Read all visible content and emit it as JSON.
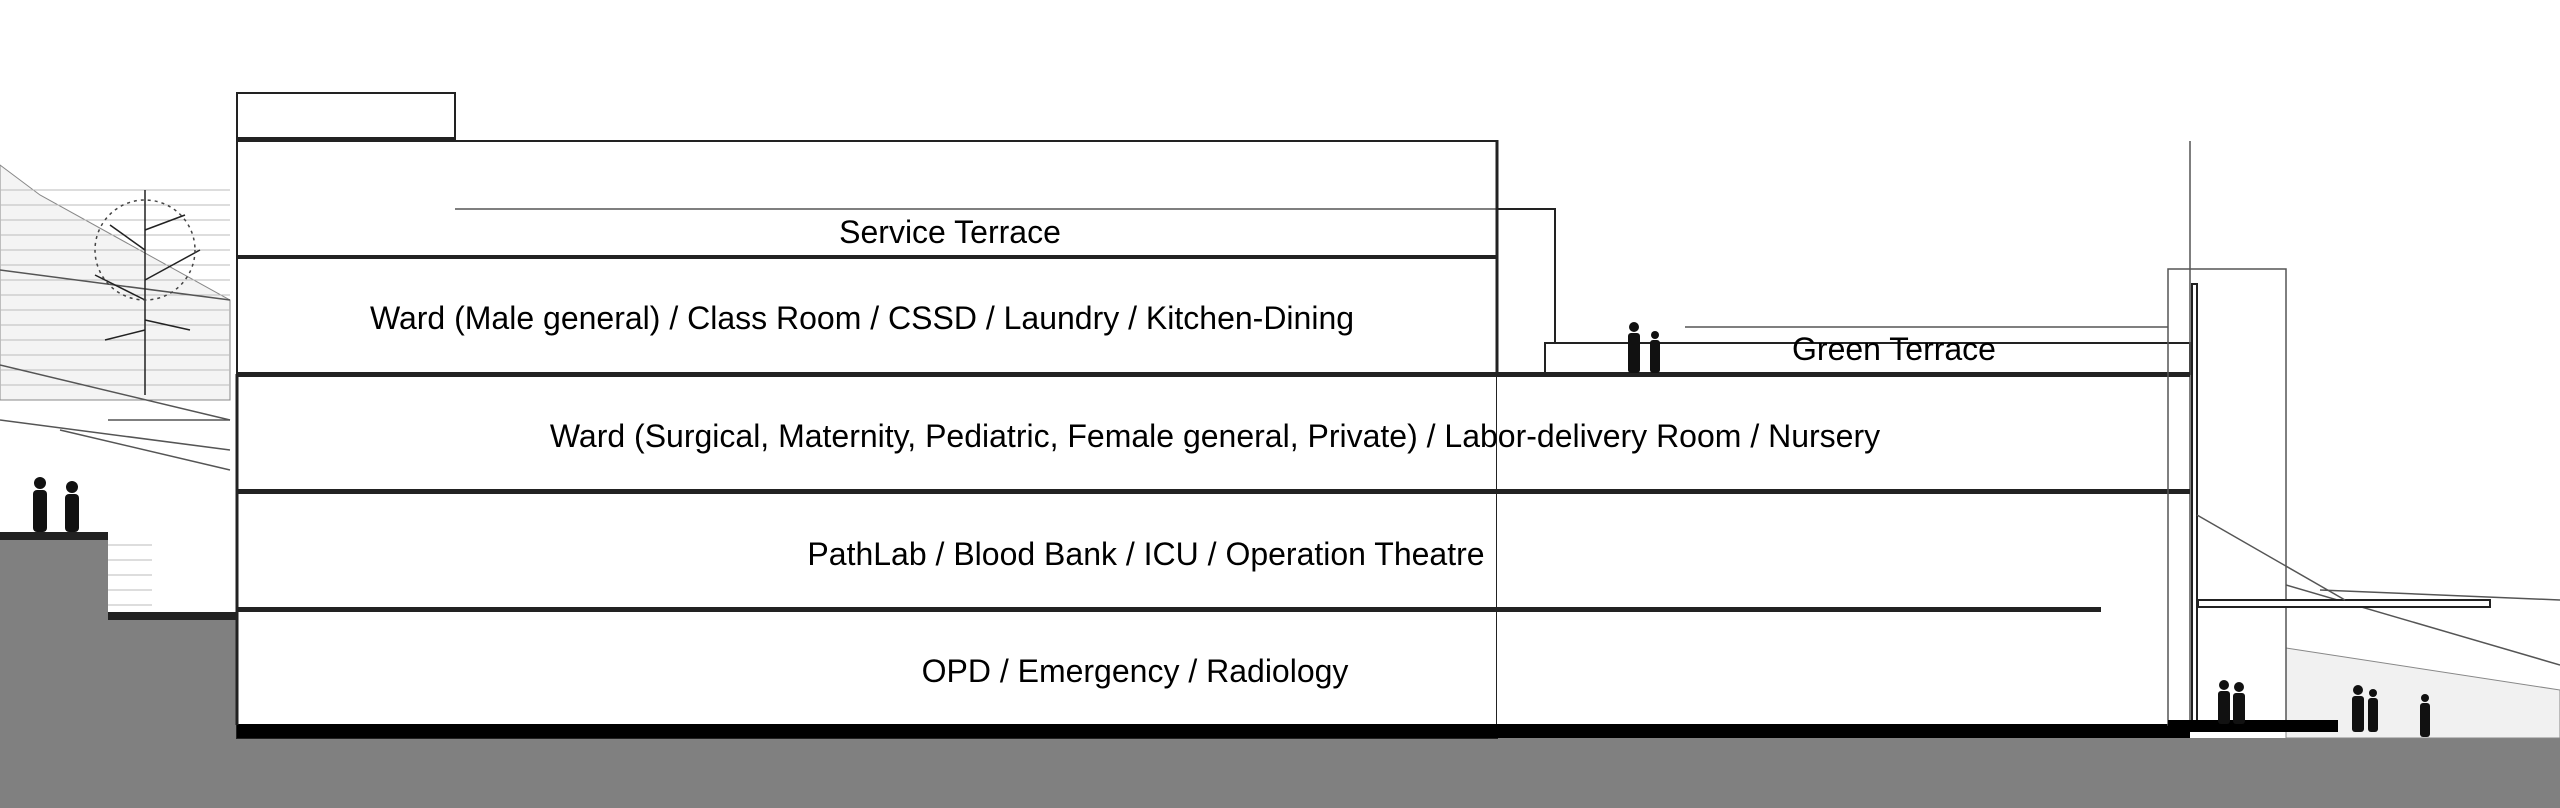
{
  "title": "Hospital building section",
  "labels": {
    "service_terrace": "Service Terrace",
    "green_terrace": "Green Terrace",
    "floor_3": "Ward (Male general) / Class Room / CSSD / Laundry / Kitchen-Dining",
    "floor_2": "Ward (Surgical, Maternity, Pediatric, Female general, Private) / Labor-delivery Room / Nursery",
    "floor_1": "PathLab / Blood Bank / ICU / Operation Theatre",
    "floor_0": "OPD / Emergency / Radiology"
  },
  "colors": {
    "ground": "#808080",
    "slab": "#222222",
    "line": "#555555"
  }
}
